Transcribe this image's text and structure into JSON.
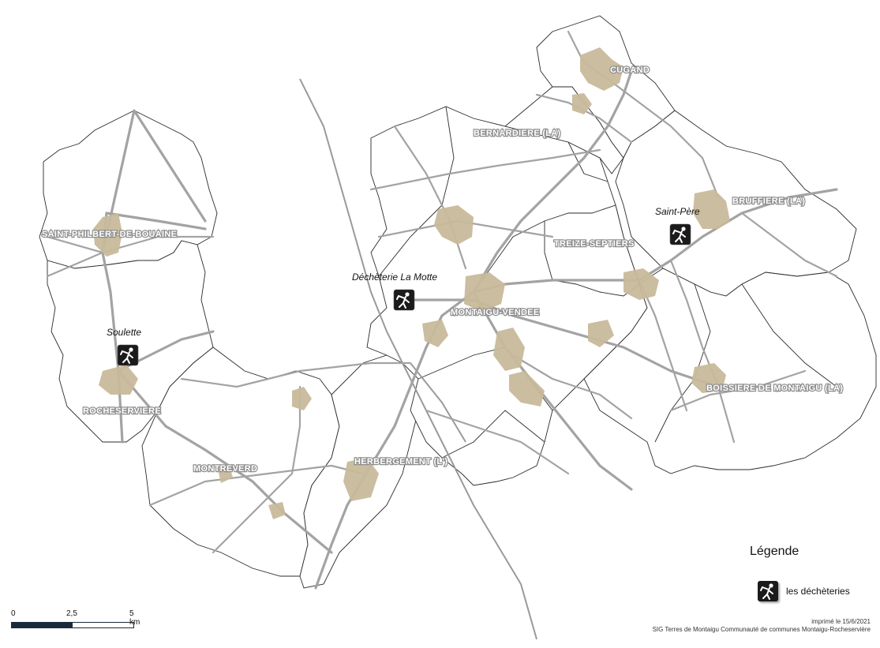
{
  "map": {
    "communes_labels": {
      "cugand": "CUGAND",
      "bernardiere": "BERNARDIERE (LA)",
      "bruffiere": "BRUFFIERE (LA)",
      "treize_septiers": "TREIZE-SEPTIERS",
      "saint_philbert": "SAINT-PHILBERT-DE-BOUAINE",
      "montaigu": "MONTAIGU-VENDEE",
      "rocheserviere": "ROCHESERVIERE",
      "boissiere": "BOISSIERE DE MONTAIGU (LA)",
      "montreverd": "MONTREVERD",
      "herbergement": "HERBERGEMENT (L')"
    },
    "sites": {
      "la_motte": "Déchèterie La Motte",
      "saint_pere": "Saint-Père",
      "soulette": "Soulette"
    }
  },
  "legend": {
    "title": "Légende",
    "item_label": "les déchèteries",
    "icon": "waste-disposal-icon"
  },
  "scalebar": {
    "tick_0": "0",
    "tick_mid": "2,5",
    "tick_end": "5  km"
  },
  "credits": {
    "printed": "imprimé le 15/6/2021",
    "source": "SIG Terres de Montaigu Communauté de communes Montaigu-Rocheservière"
  }
}
